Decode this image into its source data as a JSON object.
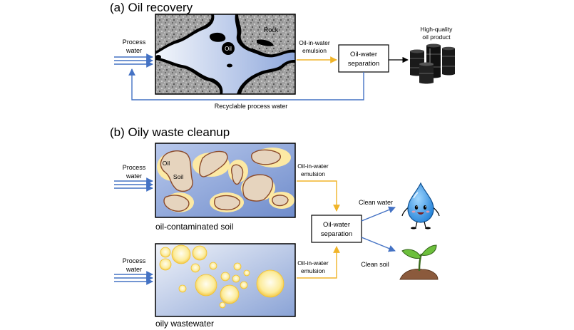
{
  "section_a": {
    "title": "(a) Oil recovery",
    "process_water": [
      "Process",
      "water"
    ],
    "rock_label": "Rock",
    "oil_label": "Oil",
    "emulsion": [
      "Oil-in-water",
      "emulsion"
    ],
    "separator": [
      "Oil-water",
      "separation"
    ],
    "product": [
      "High-quality",
      "oil product"
    ],
    "recycle": "Recyclable process water"
  },
  "section_b": {
    "title": "(b) Oily waste cleanup",
    "process_water_top": [
      "Process",
      "water"
    ],
    "oil_label": "Oil",
    "soil_label": "Soil",
    "emulsion_top": [
      "Oil-in-water",
      "emulsion"
    ],
    "soil_caption": "oil-contaminated soil",
    "separator": [
      "Oil-water",
      "separation"
    ],
    "clean_water": "Clean water",
    "clean_soil": "Clean soil",
    "process_water_bottom": [
      "Process",
      "water"
    ],
    "emulsion_bottom": [
      "Oil-in-water",
      "emulsion"
    ],
    "wastewater_caption": "oily wastewater"
  },
  "colors": {
    "flow_arrow": "#4472c4",
    "emulsion_arrow": "#f0b429",
    "oil_droplet": "#fce9a4",
    "soil_particle": "#e6d4be",
    "particle_outline": "#8b4a2b"
  }
}
